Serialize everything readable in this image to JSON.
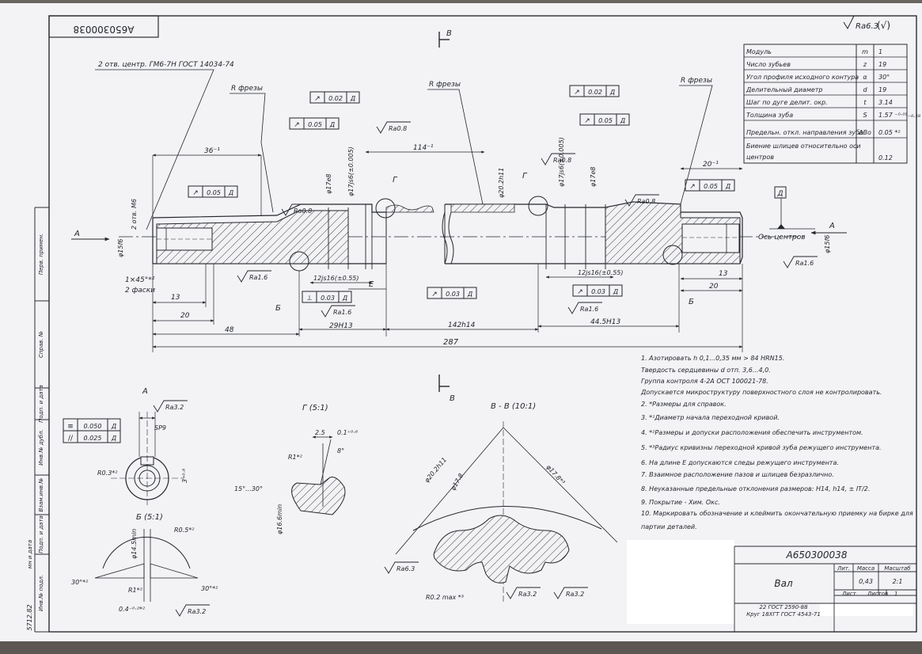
{
  "stamp": "A650300038",
  "roughness_general": "Ra6.3",
  "roughness_symbol": "(√)",
  "params": [
    {
      "name": "Модуль",
      "sym": "m",
      "val": "1"
    },
    {
      "name": "Число зубьев",
      "sym": "z",
      "val": "19"
    },
    {
      "name": "Угол профиля исходного контура",
      "sym": "α",
      "val": "30°"
    },
    {
      "name": "Делительный диаметр",
      "sym": "d",
      "val": "19"
    },
    {
      "name": "Шаг по дуге делит. окр.",
      "sym": "t",
      "val": "3.14"
    },
    {
      "name": "Толщина зуба",
      "sym": "S",
      "val": "1.57 ⁻⁰·⁰⁹₋₀.₁₈"
    },
    {
      "name": "Предельн. откл. направления зуба",
      "sym": "ΔBo",
      "val": "0.05 *²"
    },
    {
      "name": "Биение шлицев относительно оси",
      "name2": "центров",
      "sym": "",
      "val": "0.12"
    }
  ],
  "labels": {
    "centers": "2 отв. центр. ГМ6-7Н ГОСТ 14034-74",
    "r_mill": "R фрезы",
    "view_b": "В",
    "view_a": "А",
    "section_g": "Г",
    "section_b": "Б",
    "axis": "Ось центров",
    "datum_d": "Д",
    "chamfer": "1×45°*²",
    "chamfer2": "2 фаски",
    "thread": "2 отв. М6"
  },
  "dims": {
    "d36": "36⁻¹",
    "d114": "114⁻¹",
    "d20a": "20⁻¹",
    "d13a": "13",
    "d20b": "20",
    "d48": "48",
    "d29": "29H13",
    "d142": "142h14",
    "d44": "44.5H13",
    "d287": "287",
    "d12a": "12js16(±0.55)",
    "d12b": "12js16(±0.55)",
    "d13b": "13",
    "d20c": "20",
    "dia15a": "φ15f6",
    "dia15b": "φ15f6",
    "dia17a": "φ17e8",
    "dia17b": "φ17js6(±0.005)",
    "dia20": "φ20.2h11",
    "dia17c": "φ17js6(±0.005)",
    "dia17d": "φ17e8"
  },
  "tolerances": {
    "t1": {
      "sym": "↗",
      "val": "0.02",
      "ref": "Д"
    },
    "t2": {
      "sym": "↗",
      "val": "0.05",
      "ref": "Д"
    },
    "t3": {
      "sym": "↗",
      "val": "0.05",
      "ref": "Д"
    },
    "t4": {
      "sym": "↗",
      "val": "0.02",
      "ref": "Д"
    },
    "t5": {
      "sym": "↗",
      "val": "0.05",
      "ref": "Д"
    },
    "t6": {
      "sym": "↗",
      "val": "0.05",
      "ref": "Д"
    },
    "t7": {
      "sym": "⟂",
      "val": "0.03",
      "ref": "Д"
    },
    "t8": {
      "sym": "↗",
      "val": "0.03",
      "ref": "Д"
    },
    "t9": {
      "sym": "↗",
      "val": "0.03",
      "ref": "Д"
    }
  },
  "roughness": {
    "r1": "Ra0.8",
    "r2": "Ra0.8",
    "r3": "Ra0.8",
    "r4": "Ra0.8",
    "r5": "Ra1.6",
    "r6": "Ra1.6",
    "r7": "Ra1.6",
    "r8": "Ra1.6",
    "r9": "Ra3.2",
    "r10": "Ra3.2",
    "r11": "Ra6.3",
    "r12": "Ra3.2",
    "r13": "Ra3.2"
  },
  "view_a": {
    "title": "А",
    "sym": "SP9",
    "tol1": "0.050",
    "tol2": "0.025",
    "ref": "Д",
    "r03": "R0.3*²",
    "w3": "3⁺⁰·⁸"
  },
  "view_g": {
    "title": "Г (5:1)",
    "d25": "2.5",
    "d01": "0.1⁺⁰·⁶",
    "a8": "8°",
    "r1": "R1*²",
    "a15": "15°...30°",
    "d166": "φ16.6min"
  },
  "section_bb": {
    "title": "В - В (10:1)",
    "d20": "φ20.2h11",
    "d178": "φ17.8",
    "d178b": "φ17.8*³",
    "r02": "R0.2 max *³"
  },
  "view_b_detail": {
    "title": "Б (5:1)",
    "r05": "R0.5*²",
    "d145": "φ14.5min",
    "a30a": "30°*²",
    "a30b": "30°*²",
    "r1": "R1*²",
    "d04": "0.4⁻⁰·²*²"
  },
  "notes": [
    "1. Азотировать h 0,1...0,35 мм > 84 HRN15.",
    "Твердость сердцевины d отп. 3,6...4,0.",
    "Группа контроля 4-2А ОСТ 100021-78.",
    "Допускается микроструктуру поверхностного слоя не контролировать.",
    "2. *Размеры для справок.",
    "3. *¹Диаметр начала переходной кривой.",
    "4. *²Размеры и допуски расположения обеспечить инструментом.",
    "5. *³Радиус кривизны переходной кривой зуба режущего инструмента.",
    "6. На длине Е допускаются следы режущего инструмента.",
    "7. Взаимное расположение пазов и шлицев безразлично.",
    "8. Неуказанные предельные отклонения размеров: H14, h14, ± IT/2.",
    "9. Покрытие - Хим. Окс.",
    "10. Маркировать обозначение и клеймить окончательную приемку на бирке для",
    "партии деталей."
  ],
  "title_block": {
    "code": "A650300038",
    "name": "Вал",
    "lit": "Лит.",
    "mass_label": "Масса",
    "scale_label": "Масштаб",
    "mass": "0,43",
    "scale": "2:1",
    "sheet": "Лист",
    "sheets": "Листов",
    "sheets_n": "1",
    "material1": "22 ГОСТ 2590-88",
    "material2": "Круг 18ХГТ ГОСТ 4543-71"
  },
  "side_strip": [
    "Перв. примен.",
    "Справ. №",
    "Подп. и дата",
    "Инв.№ дубл.",
    "Взам.инв.№",
    "Подп. и дата",
    "Инв.№ подл."
  ],
  "side_marks": [
    "5712.82",
    "мн и дата"
  ]
}
